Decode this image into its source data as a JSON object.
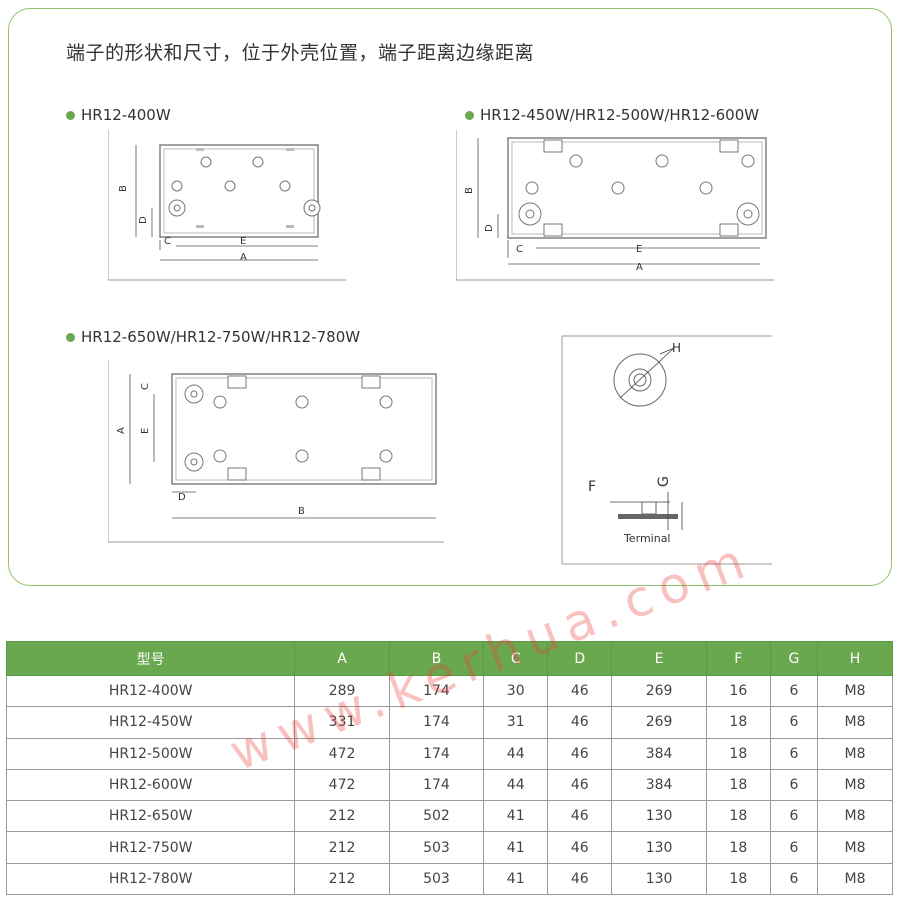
{
  "heading": "端子的形状和尺寸，位于外壳位置，端子距离边缘距离",
  "models": {
    "m1": "HR12-400W",
    "m2": "HR12-450W/HR12-500W/HR12-600W",
    "m3": "HR12-650W/HR12-750W/HR12-780W"
  },
  "dims": {
    "a": "A",
    "b": "B",
    "c": "C",
    "d": "D",
    "e": "E",
    "f": "F",
    "g": "G",
    "h": "H"
  },
  "terminal_caption": "Terminal",
  "colors": {
    "accent": "#6aa84f",
    "border": "#8dc26f",
    "watermark": "#eb3c3c"
  },
  "table": {
    "headers": [
      "型号",
      "A",
      "B",
      "C",
      "D",
      "E",
      "F",
      "G",
      "H"
    ],
    "rows": [
      [
        "HR12-400W",
        "289",
        "174",
        "30",
        "46",
        "269",
        "16",
        "6",
        "M8"
      ],
      [
        "HR12-450W",
        "331",
        "174",
        "31",
        "46",
        "269",
        "18",
        "6",
        "M8"
      ],
      [
        "HR12-500W",
        "472",
        "174",
        "44",
        "46",
        "384",
        "18",
        "6",
        "M8"
      ],
      [
        "HR12-600W",
        "472",
        "174",
        "44",
        "46",
        "384",
        "18",
        "6",
        "M8"
      ],
      [
        "HR12-650W",
        "212",
        "502",
        "41",
        "46",
        "130",
        "18",
        "6",
        "M8"
      ],
      [
        "HR12-750W",
        "212",
        "503",
        "41",
        "46",
        "130",
        "18",
        "6",
        "M8"
      ],
      [
        "HR12-780W",
        "212",
        "503",
        "41",
        "46",
        "130",
        "18",
        "6",
        "M8"
      ]
    ]
  },
  "watermark": "www.kerhua.com"
}
